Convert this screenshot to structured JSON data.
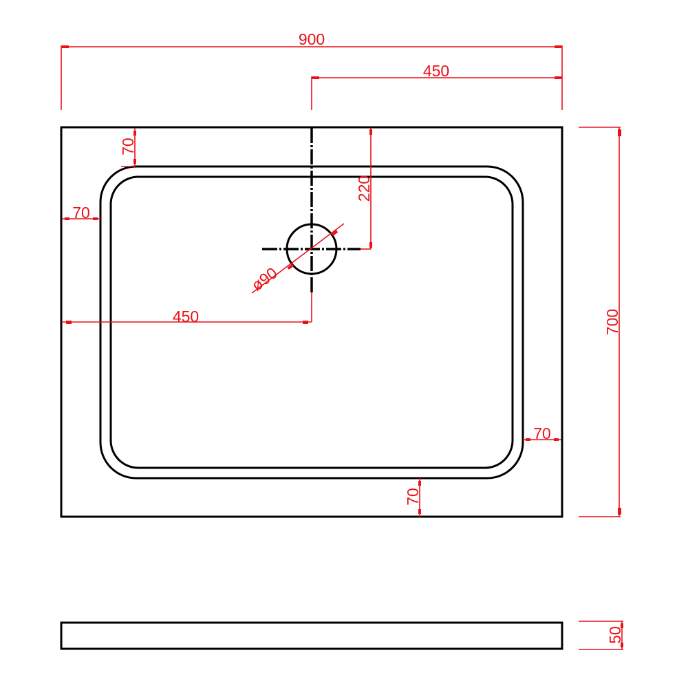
{
  "drawing": {
    "title": "Shower tray technical drawing",
    "colors": {
      "outline": "#000000",
      "dimension": "#e8121a",
      "background": "#ffffff"
    },
    "units": "mm",
    "plan_view": {
      "overall_width": {
        "label": "900"
      },
      "waste_offset_from_right": {
        "label": "450"
      },
      "waste_offset_from_left": {
        "label": "450"
      },
      "overall_depth": {
        "label": "700"
      },
      "waste_offset_from_top": {
        "label": "220"
      },
      "waste_diameter": {
        "label": "ø90"
      },
      "rim_top": {
        "label": "70"
      },
      "rim_left": {
        "label": "70"
      },
      "rim_right": {
        "label": "70"
      },
      "rim_bottom": {
        "label": "70"
      }
    },
    "side_view": {
      "height": {
        "label": "50"
      }
    }
  }
}
